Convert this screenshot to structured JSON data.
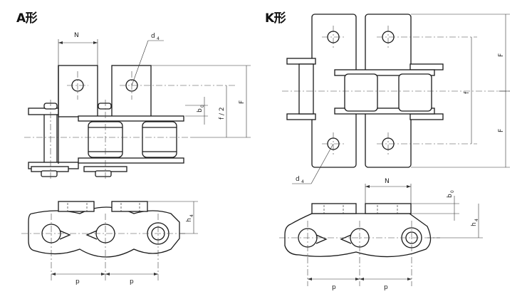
{
  "headings": {
    "type_a": "A形",
    "type_k": "K形"
  },
  "labels": {
    "n": "N",
    "d4": "d",
    "d4_sub": "4",
    "b0": "b",
    "b0_sub": "0",
    "f_half": "f / 2",
    "F": "F",
    "f": "f",
    "h4": "h",
    "h4_sub": "4",
    "p": "p"
  }
}
